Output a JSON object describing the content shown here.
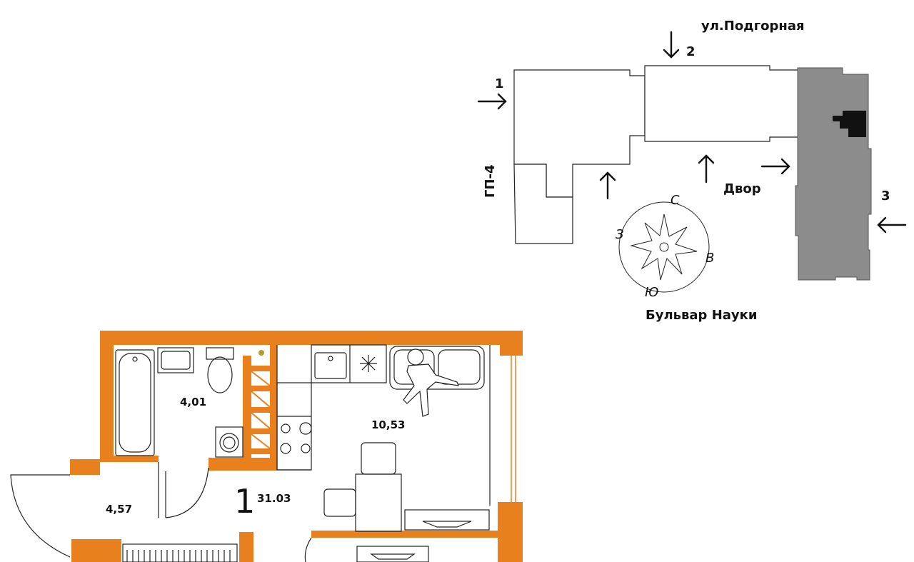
{
  "site_plan": {
    "street_top": "ул.Подгорная",
    "street_bottom": "Бульвар Науки",
    "building_label": "ГП-4",
    "yard_label": "Двор",
    "entrance_1": "1",
    "entrance_2": "2",
    "entrance_3": "3",
    "highlight_color": "#8c8c8c"
  },
  "compass": {
    "north": "С",
    "east": "В",
    "south": "Ю",
    "west": "З"
  },
  "floor_plan": {
    "accent_color": "#e8801e",
    "rooms_count": "1",
    "total_area": "31.03",
    "bathroom_area": "4,01",
    "main_room_area": "10,53",
    "hallway_area": "4,57"
  }
}
